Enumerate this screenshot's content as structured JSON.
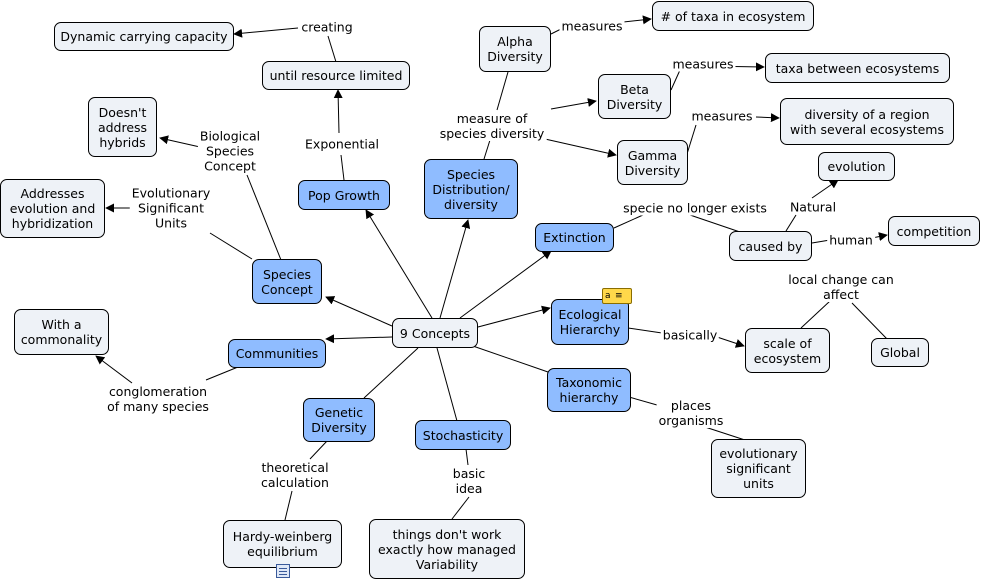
{
  "map": {
    "center": "9 Concepts",
    "concepts": {
      "pop_growth": "Pop Growth",
      "species_distribution": "Species\nDistribution/\ndiversity",
      "extinction": "Extinction",
      "ecological_hierarchy": "Ecological\nHierarchy",
      "taxonomic_hierarchy": "Taxonomic\nhierarchy",
      "stochasticity": "Stochasticity",
      "genetic_diversity": "Genetic\nDiversity",
      "communities": "Communities",
      "species_concept": "Species\nConcept"
    },
    "nodes": {
      "dynamic_cc": "Dynamic carrying capacity",
      "until_resource": "until resource limited",
      "alpha": "Alpha\nDiversity",
      "taxa_eco": "# of taxa in ecosystem",
      "beta": "Beta\nDiversity",
      "taxa_between": "taxa between ecosystems",
      "gamma": "Gamma\nDiversity",
      "diversity_region": "diversity of a region\nwith several ecosystems",
      "evolution": "evolution",
      "competition": "competition",
      "caused_by": "caused by",
      "scale": "scale of\necosystem",
      "global": "Global",
      "evo_units": "evolutionary\nsignificant\nunits",
      "things": "things don't work\nexactly how managed\nVariability",
      "hardy": "Hardy-weinberg\nequilibrium",
      "commonality": "With a\ncommonality",
      "hybridization": "Addresses\nevolution and\nhybridization",
      "hybrids": "Doesn't\naddress\nhybrids"
    },
    "links": {
      "creating": "creating",
      "exponential": "Exponential",
      "measures_alpha": "measures",
      "measures_beta": "measures",
      "measures_gamma": "measures",
      "measure_species": "measure of\nspecies diversity",
      "no_longer": "specie no longer exists",
      "natural": "Natural",
      "human": "human",
      "local_change": "local change can\naffect",
      "basically": "basically",
      "places": "places\norganisms",
      "basic_idea": "basic\nidea",
      "theoretical": "theoretical\ncalculation",
      "conglomeration": "conglomeration\nof many species",
      "esu": "Evolutionary\nSignificant\nUnits",
      "bsc": "Biological\nSpecies\nConcept"
    }
  },
  "colors": {
    "concept_fill": "#8fbcff",
    "node_fill": "#eef2f7",
    "line": "#000000"
  },
  "icons": {
    "resource_badge": "resource-links-icon",
    "note_badge": "note-icon"
  }
}
